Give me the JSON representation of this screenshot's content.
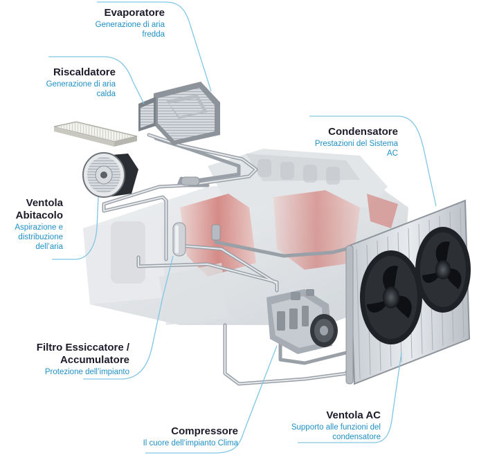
{
  "labels": {
    "evaporatore": {
      "title": "Evaporatore",
      "sub1": "Generazione di aria",
      "sub2": "fredda"
    },
    "riscaldatore": {
      "title": "Riscaldatore",
      "sub1": "Generazione di aria",
      "sub2": "calda"
    },
    "condensatore": {
      "title": "Condensatore",
      "sub1": "Prestazioni del Sistema",
      "sub2": "AC"
    },
    "ventola_abitacolo": {
      "title1": "Ventola",
      "title2": "Abitacolo",
      "sub1": "Aspirazione e",
      "sub2": "distribuzione",
      "sub3": "dell’aria"
    },
    "filtro": {
      "title1": "Filtro Essiccatore /",
      "title2": "Accumulatore",
      "sub1": "Protezione dell’impianto"
    },
    "compressore": {
      "title": "Compressore",
      "sub1": "Il cuore dell’impianto Clima"
    },
    "ventola_ac": {
      "title": "Ventola AC",
      "sub1": "Supporto alle funzioni del",
      "sub2": "condensatore"
    }
  },
  "colors": {
    "leader_line": "#7fc6e6",
    "label_title": "#1b1b2a",
    "label_sub": "#1f8fc4"
  }
}
